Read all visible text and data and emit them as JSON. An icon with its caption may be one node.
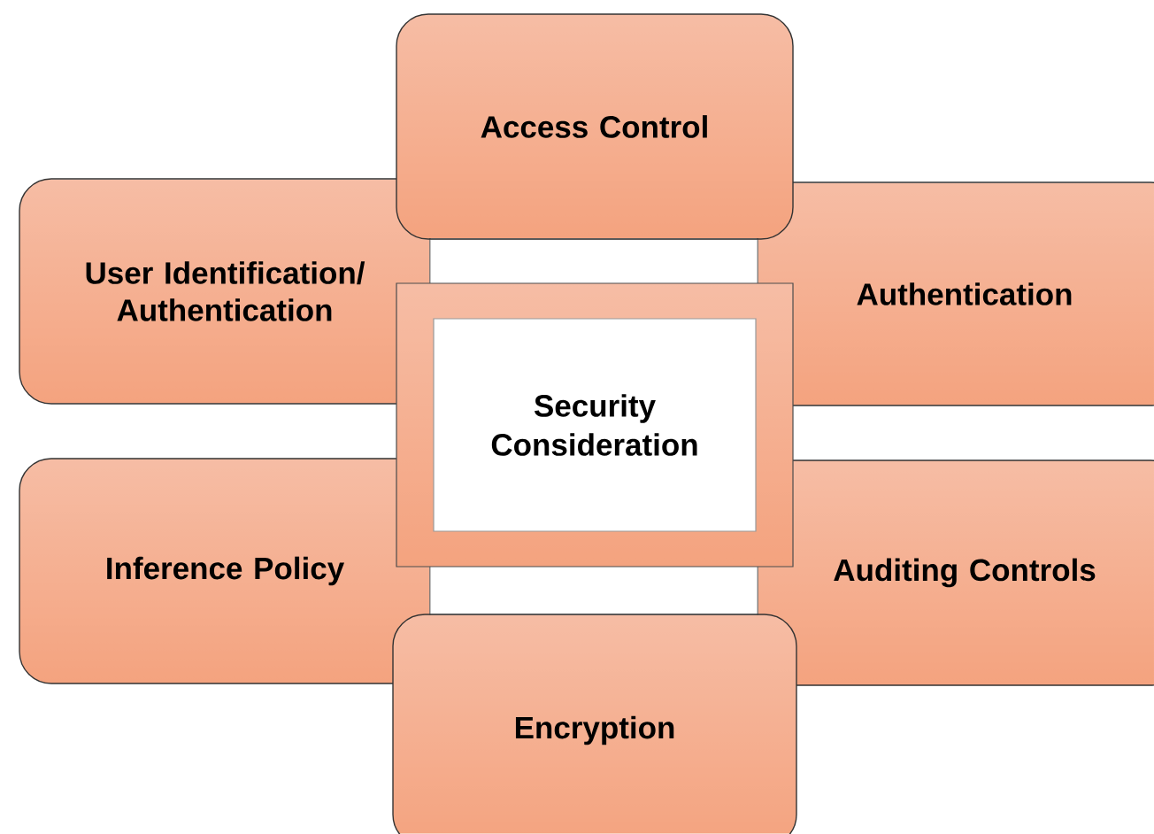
{
  "diagram": {
    "nodes": [
      {
        "text": [
          "Access Control"
        ]
      },
      {
        "text": [
          "User Identification/ Authentication"
        ]
      },
      {
        "text": [
          "Authentication"
        ]
      },
      {
        "text": [
          "Security Consideration"
        ]
      },
      {
        "text": [
          "Inference Policy"
        ]
      },
      {
        "text": [
          "Auditing Controls"
        ]
      },
      {
        "text": [
          "Encryption"
        ]
      }
    ]
  }
}
